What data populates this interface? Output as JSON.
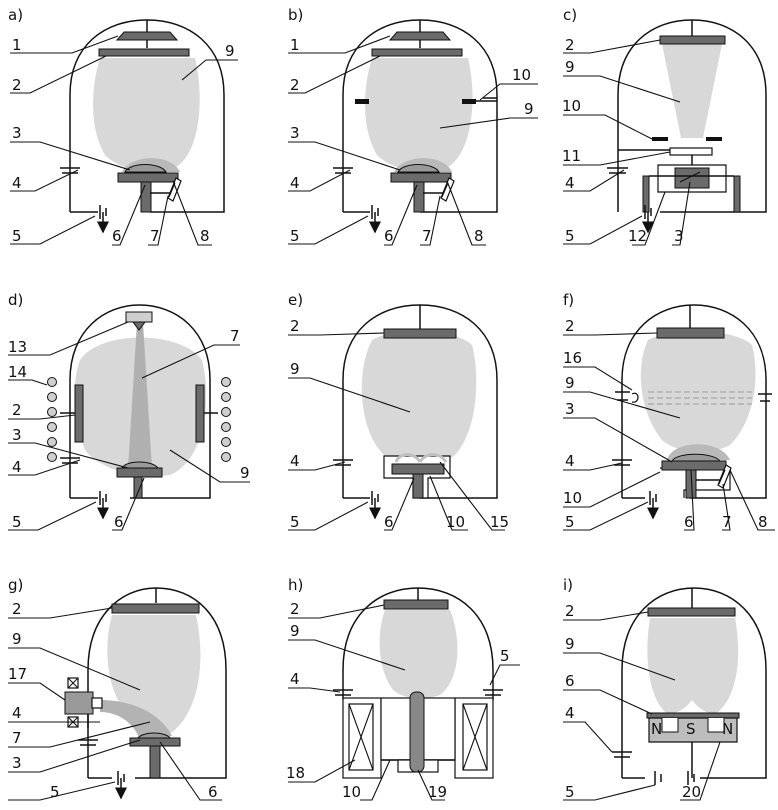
{
  "panels": [
    {
      "id": "a",
      "letter": "a)",
      "callouts": [
        "1",
        "2",
        "9",
        "3",
        "4",
        "5",
        "6",
        "7",
        "8"
      ]
    },
    {
      "id": "b",
      "letter": "b)",
      "callouts": [
        "1",
        "2",
        "10",
        "9",
        "3",
        "4",
        "5",
        "6",
        "7",
        "8"
      ]
    },
    {
      "id": "c",
      "letter": "c)",
      "callouts": [
        "2",
        "9",
        "10",
        "11",
        "4",
        "5",
        "12",
        "3"
      ]
    },
    {
      "id": "d",
      "letter": "d)",
      "callouts": [
        "13",
        "7",
        "14",
        "2",
        "3",
        "4",
        "9",
        "5",
        "6"
      ]
    },
    {
      "id": "e",
      "letter": "e)",
      "callouts": [
        "2",
        "9",
        "4",
        "5",
        "6",
        "10",
        "15"
      ]
    },
    {
      "id": "f",
      "letter": "f)",
      "callouts": [
        "2",
        "16",
        "9",
        "3",
        "4",
        "10",
        "5",
        "6",
        "7",
        "8"
      ]
    },
    {
      "id": "g",
      "letter": "g)",
      "callouts": [
        "2",
        "9",
        "17",
        "4",
        "7",
        "3",
        "5",
        "6"
      ]
    },
    {
      "id": "h",
      "letter": "h)",
      "callouts": [
        "2",
        "9",
        "4",
        "5",
        "18",
        "10",
        "19"
      ]
    },
    {
      "id": "i",
      "letter": "i)",
      "callouts": [
        "2",
        "9",
        "6",
        "4",
        "5",
        "20"
      ],
      "magnet_labels": [
        "N",
        "S",
        "N"
      ]
    }
  ]
}
